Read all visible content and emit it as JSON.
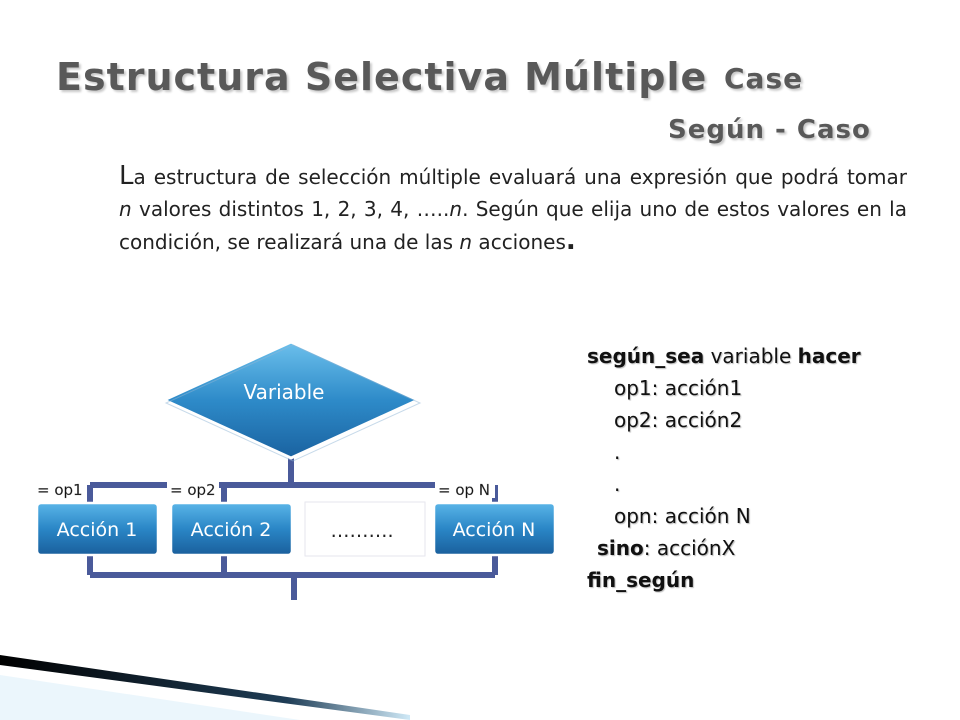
{
  "title": {
    "line1": "Estructura  Selectiva Múltiple",
    "case": "Case",
    "segun_caso": "Según - Caso"
  },
  "paragraph": {
    "dropcap": "L",
    "p1": "a estructura de selección múltiple evaluará una expresión que podrá tomar ",
    "n1": "n",
    "p2": " valores distintos 1, 2, 3, 4, …..",
    "n2": "n",
    "p3": ".  Según que elija uno de estos valores en la condición, se realizará una de las ",
    "n3": "n",
    "p4": " acciones",
    "end": "."
  },
  "diagram": {
    "decision": "Variable",
    "options": [
      "= op1",
      "= op2",
      "= op N"
    ],
    "actions": [
      "Acción 1",
      "Acción 2",
      "……….",
      "Acción N"
    ]
  },
  "pseudocode": {
    "kw_segun_sea": "según_sea",
    "variable": " variable ",
    "kw_hacer": "hacer",
    "op1": "op1: acción1",
    "op2": "op2: acción2",
    "dot1": ".",
    "dot2": ".",
    "opn": "opn: acción N",
    "kw_sino": "sino",
    "sino_rest": ": acciónX",
    "kw_fin": "fin_según"
  },
  "colors": {
    "title": "#595959",
    "shape_fill": "#2e8bc9",
    "connector": "#4a5a9a"
  }
}
